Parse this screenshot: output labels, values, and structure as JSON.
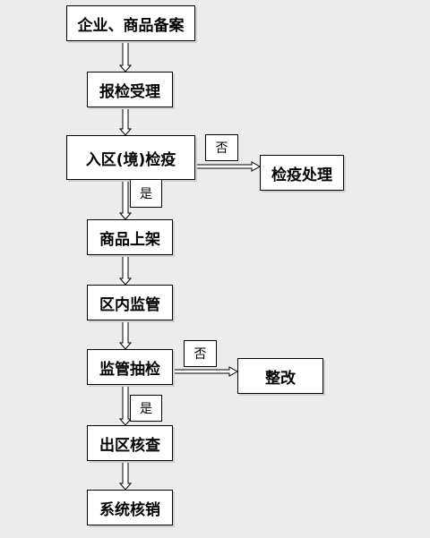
{
  "nodes": {
    "record": "企业、商品备案",
    "inspection_accept": "报检受理",
    "entry_quarantine": "入区(境)检疫",
    "quarantine_handling": "检疫处理",
    "goods_shelving": "商品上架",
    "zone_supervision": "区内监管",
    "spot_check": "监管抽检",
    "rectification": "整改",
    "exit_check": "出区核查",
    "system_writeoff": "系统核销"
  },
  "labels": {
    "no_1": "否",
    "yes_1": "是",
    "no_2": "否",
    "yes_2": "是"
  },
  "colors": {
    "background": "#ececec",
    "box_fill": "#ffffff",
    "stroke": "#000000"
  }
}
